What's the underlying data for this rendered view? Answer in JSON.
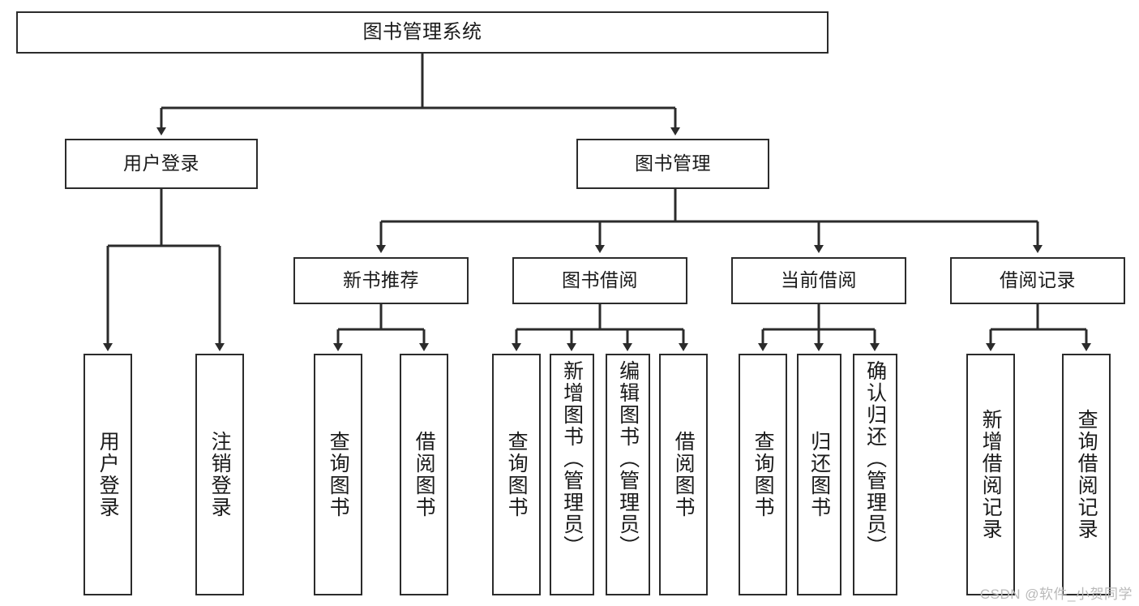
{
  "diagram": {
    "title": "图书管理系统",
    "type": "hierarchy-tree",
    "nodes": {
      "root": {
        "label": "图书管理系统"
      },
      "level2": [
        {
          "id": "user-login",
          "label": "用户登录"
        },
        {
          "id": "book-manage",
          "label": "图书管理"
        }
      ],
      "level3": [
        {
          "id": "new-book-rec",
          "label": "新书推荐"
        },
        {
          "id": "book-borrow",
          "label": "图书借阅"
        },
        {
          "id": "current-borrow",
          "label": "当前借阅"
        },
        {
          "id": "borrow-record",
          "label": "借阅记录"
        }
      ],
      "leaves": [
        {
          "id": "leaf-user-login",
          "label": "用户登录",
          "parent": "user-login"
        },
        {
          "id": "leaf-user-logout",
          "label": "注销登录",
          "parent": "user-login"
        },
        {
          "id": "leaf-query-book-1",
          "label": "查询图书",
          "parent": "new-book-rec"
        },
        {
          "id": "leaf-borrow-book-1",
          "label": "借阅图书",
          "parent": "new-book-rec"
        },
        {
          "id": "leaf-query-book-2",
          "label": "查询图书",
          "parent": "book-borrow"
        },
        {
          "id": "leaf-add-book",
          "label": "新增图书（管理员）",
          "parent": "book-borrow"
        },
        {
          "id": "leaf-edit-book",
          "label": "编辑图书（管理员）",
          "parent": "book-borrow"
        },
        {
          "id": "leaf-borrow-book-2",
          "label": "借阅图书",
          "parent": "book-borrow"
        },
        {
          "id": "leaf-query-book-3",
          "label": "查询图书",
          "parent": "current-borrow"
        },
        {
          "id": "leaf-return-book",
          "label": "归还图书",
          "parent": "current-borrow"
        },
        {
          "id": "leaf-confirm-return",
          "label": "确认归还（管理员）",
          "parent": "current-borrow"
        },
        {
          "id": "leaf-add-record",
          "label": "新增借阅记录",
          "parent": "borrow-record"
        },
        {
          "id": "leaf-query-record",
          "label": "查询借阅记录",
          "parent": "borrow-record"
        }
      ]
    },
    "colors": {
      "stroke": "#2b2b2b",
      "fill": "#ffffff",
      "text": "#1a1a1a",
      "watermark": "#b9b9b9"
    }
  },
  "watermark": {
    "text": "CSDN @软件_小贺同学"
  }
}
